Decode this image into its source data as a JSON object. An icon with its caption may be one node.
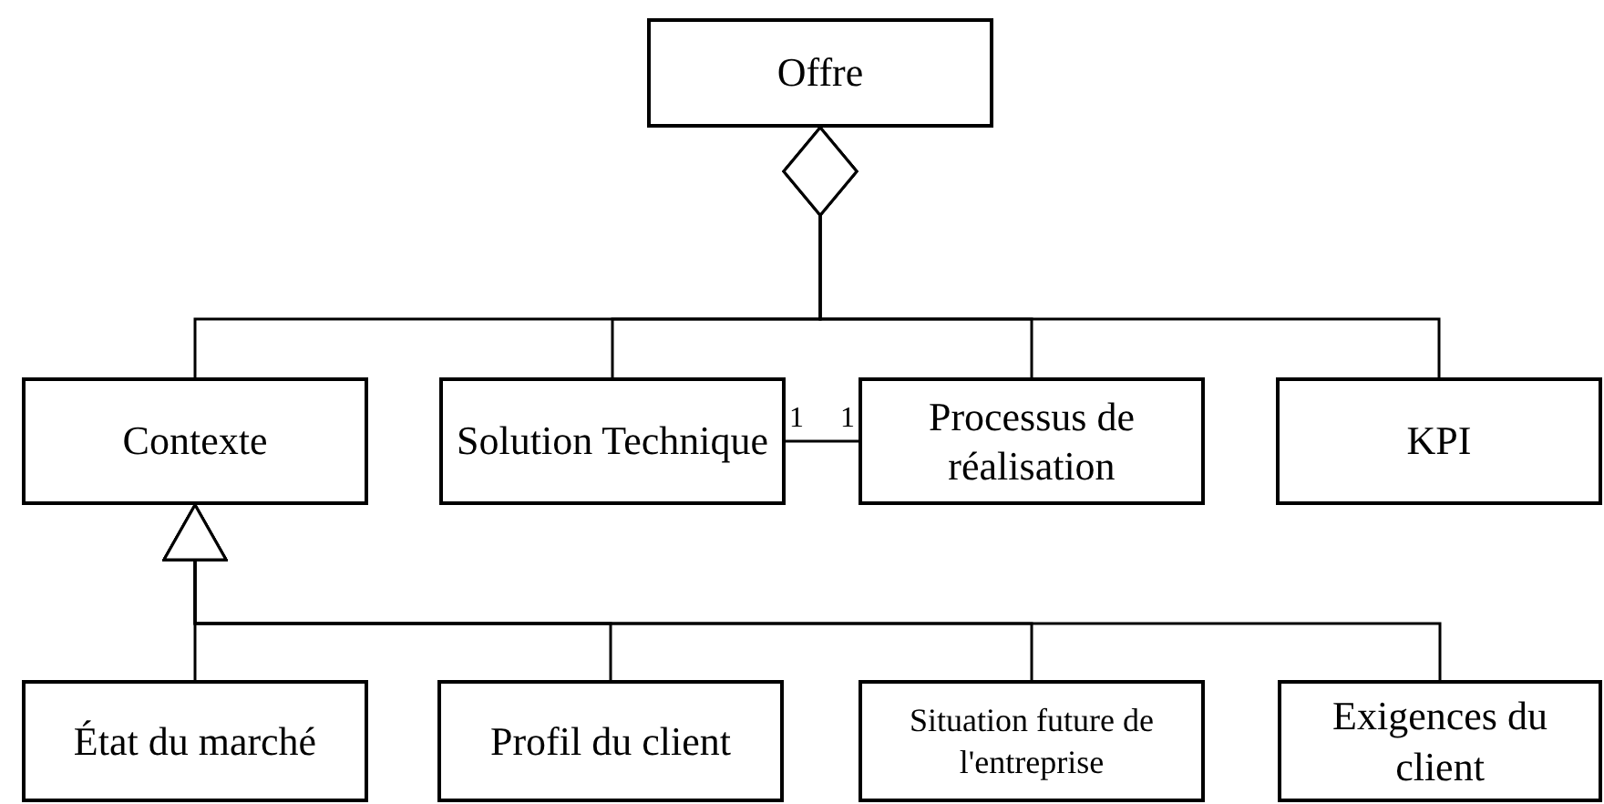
{
  "diagram": {
    "nodes": [
      {
        "text": [
          "Offre"
        ]
      },
      {
        "text": [
          "Contexte"
        ]
      },
      {
        "text": [
          "Solution Technique"
        ]
      },
      {
        "text": [
          "Processus de réalisation"
        ]
      },
      {
        "text": [
          "KPI"
        ]
      },
      {
        "text": [
          "État du marché"
        ]
      },
      {
        "text": [
          "Profil du client"
        ]
      },
      {
        "text": [
          "Situation future de l'entreprise"
        ]
      },
      {
        "text": [
          "Exigences du client"
        ]
      }
    ],
    "edges": [
      {
        "from": 1,
        "to": 0,
        "arrow": "other"
      },
      {
        "from": 2,
        "to": 0,
        "arrow": "other"
      },
      {
        "from": 3,
        "to": 0,
        "arrow": "other"
      },
      {
        "from": 4,
        "to": 0,
        "arrow": "other"
      },
      {
        "from": 2,
        "to": 3,
        "arrow": "none"
      },
      {
        "from": 5,
        "to": 1,
        "arrow": "to"
      },
      {
        "from": 6,
        "to": 1,
        "arrow": "to"
      },
      {
        "from": 7,
        "to": 1,
        "arrow": "to"
      },
      {
        "from": 8,
        "to": 1,
        "arrow": "to"
      }
    ],
    "labels": [
      "1",
      "1"
    ]
  }
}
